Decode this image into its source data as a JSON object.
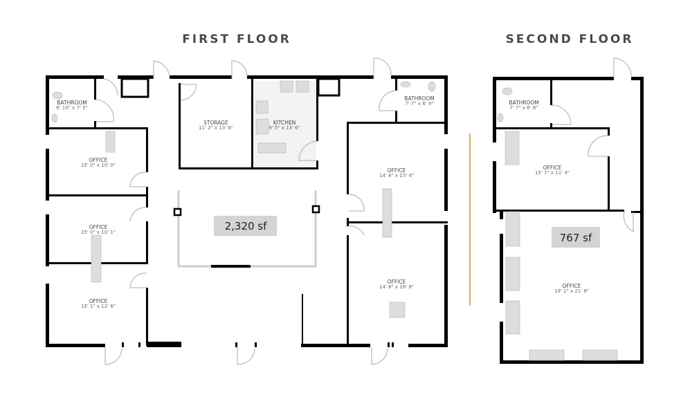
{
  "first_floor": {
    "title": "FIRST FLOOR",
    "area": "2,320 sf",
    "rooms": [
      {
        "name": "BATHROOM",
        "dims": "6' 10\" x 7' 5\""
      },
      {
        "name": "STORAGE",
        "dims": "11' 2\" x 13' 6\""
      },
      {
        "name": "KITCHEN",
        "dims": "9' 5\" x 13' 6\""
      },
      {
        "name": "BATHROOM",
        "dims": "7' 7\" x 6' 9\""
      },
      {
        "name": "OFFICE",
        "dims": "15' 0\" x 10' 0\""
      },
      {
        "name": "OFFICE",
        "dims": "15' 0\" x 10' 1\""
      },
      {
        "name": "OFFICE",
        "dims": "15' 1\" x 12' 6\""
      },
      {
        "name": "OFFICE",
        "dims": "14' 8\" x 15' 4\""
      },
      {
        "name": "OFFICE",
        "dims": "14' 8\" x 18' 8\""
      }
    ]
  },
  "second_floor": {
    "title": "SECOND FLOOR",
    "area": "767 sf",
    "rooms": [
      {
        "name": "BATHROOM",
        "dims": "7' 7\" x 6' 8\""
      },
      {
        "name": "OFFICE",
        "dims": "15' 7\" x 11' 4\""
      },
      {
        "name": "OFFICE",
        "dims": "19' 1\" x 21' 8\""
      }
    ]
  },
  "colors": {
    "divider": "#d9b35a",
    "area_box": "#d4d4d4",
    "walls": "#000000"
  }
}
